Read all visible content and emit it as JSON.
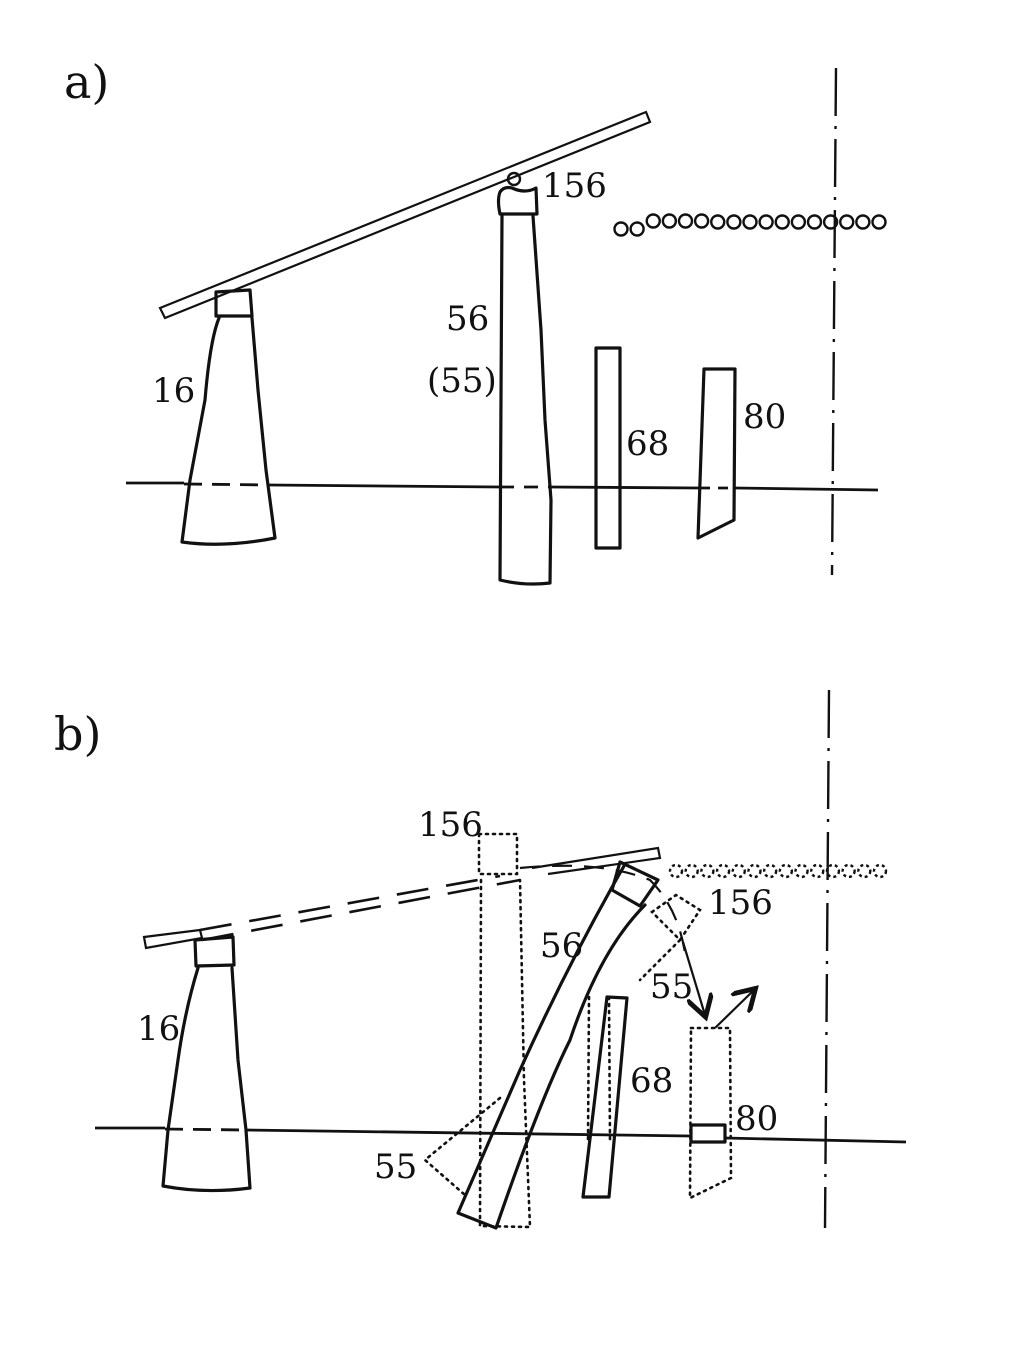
{
  "figure": {
    "panels": [
      {
        "id": "a",
        "label": "a)",
        "components": {
          "bottle": "16",
          "tall_piece": "56",
          "tall_piece_alt": "(55)",
          "cap": "156",
          "plate": "68",
          "wedge": "80"
        },
        "circle_row_count": 17
      },
      {
        "id": "b",
        "label": "b)",
        "components": {
          "bottle": "16",
          "cap_original": "156",
          "tilted_piece": "56",
          "cap_moved": "156",
          "element_upper": "55",
          "element_lower": "55",
          "plate": "68",
          "wedge": "80"
        },
        "circle_row_count": 14
      }
    ]
  }
}
